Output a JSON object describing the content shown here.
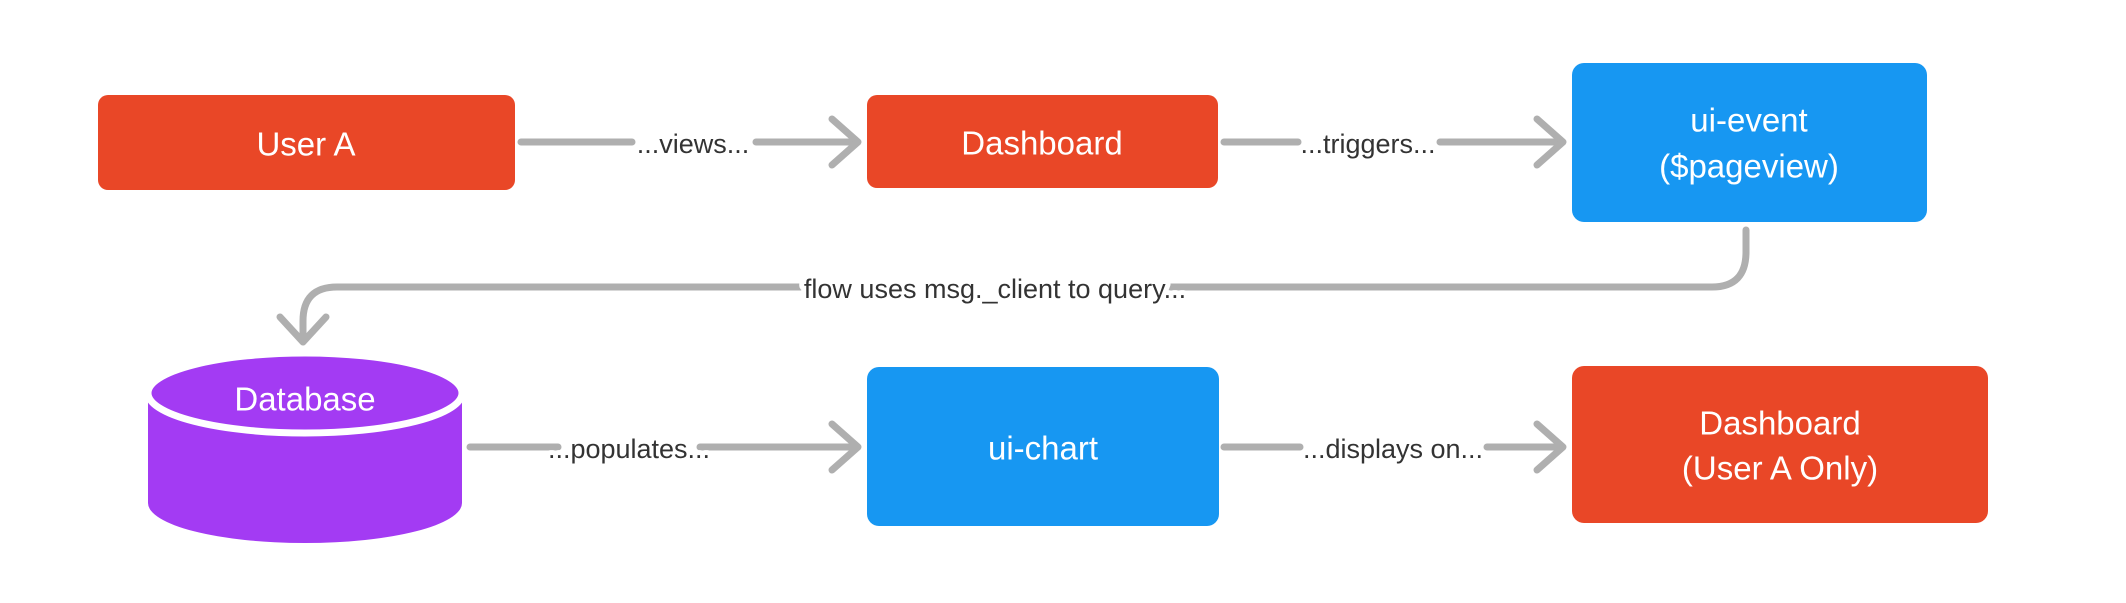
{
  "background": "#FFFFFF",
  "colors": {
    "node_orange": "#E94727",
    "node_blue": "#1797F2",
    "node_purple": "#A33BF3",
    "edge": "#AFAFAF",
    "edge_label_text": "#333333",
    "node_text": "#FFFFFF"
  },
  "nodes": {
    "user_a": {
      "label": "User A"
    },
    "dashboard": {
      "label": "Dashboard"
    },
    "ui_event": {
      "line1": "ui-event",
      "line2": "($pageview)"
    },
    "database": {
      "label": "Database"
    },
    "ui_chart": {
      "label": "ui-chart"
    },
    "dashboard_user_a": {
      "line1": "Dashboard",
      "line2": "(User A Only)"
    }
  },
  "edges": {
    "views": {
      "label": "...views...",
      "from": "user_a",
      "to": "dashboard"
    },
    "triggers": {
      "label": "...triggers...",
      "from": "dashboard",
      "to": "ui_event"
    },
    "query": {
      "label": "flow uses msg._client to query...",
      "from": "ui_event",
      "to": "database"
    },
    "populates": {
      "label": "...populates...",
      "from": "database",
      "to": "ui_chart"
    },
    "displays_on": {
      "label": "...displays on...",
      "from": "ui_chart",
      "to": "dashboard_user_a"
    }
  }
}
